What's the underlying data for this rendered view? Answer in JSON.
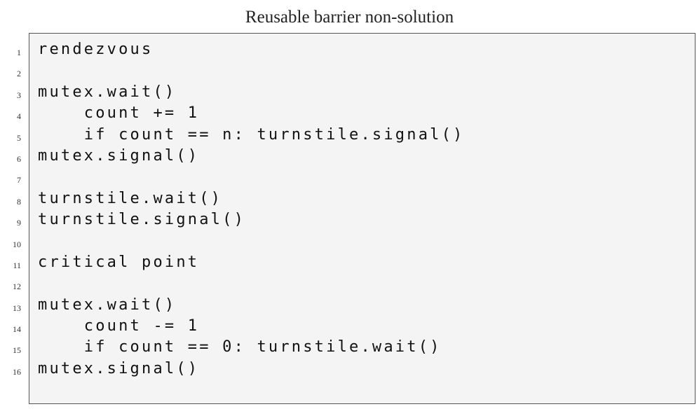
{
  "caption": "Reusable barrier non-solution",
  "code": {
    "line_numbers": [
      "1",
      "2",
      "3",
      "4",
      "5",
      "6",
      "7",
      "8",
      "9",
      "10",
      "11",
      "12",
      "13",
      "14",
      "15",
      "16"
    ],
    "lines": [
      "rendezvous",
      "",
      "mutex.wait()",
      "    count += 1",
      "    if count == n: turnstile.signal()",
      "mutex.signal()",
      "",
      "turnstile.wait()",
      "turnstile.signal()",
      "",
      "critical point",
      "",
      "mutex.wait()",
      "    count -= 1",
      "    if count == 0: turnstile.wait()",
      "mutex.signal()"
    ]
  }
}
